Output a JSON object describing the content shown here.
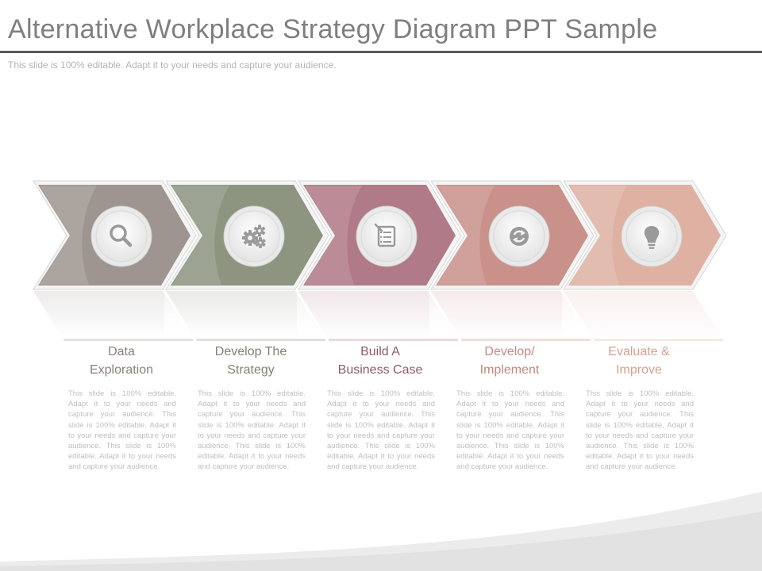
{
  "header": {
    "title": "Alternative Workplace Strategy Diagram PPT Sample",
    "subtitle": "This slide is 100% editable. Adapt it to your needs and capture your audience."
  },
  "steps": [
    {
      "title_line1": "Data",
      "title_line2": "Exploration",
      "icon": "magnifier-icon",
      "color": "#9f9590",
      "title_color": "#8a807c",
      "body": "This slide is 100% editable. Adapt it to your needs and capture your audience. This slide is 100% editable. Adapt it to your needs and capture your audience. This slide is 100% editable. Adapt it to your needs and capture your audience."
    },
    {
      "title_line1": "Develop The",
      "title_line2": "Strategy",
      "icon": "gears-icon",
      "color": "#8d9480",
      "title_color": "#7d8470",
      "body": "This slide is 100% editable. Adapt it to your needs and capture your audience. This slide is 100% editable. Adapt it to your needs and capture your audience. This slide is 100% editable. Adapt it to your needs and capture your audience."
    },
    {
      "title_line1": "Build A",
      "title_line2": "Business Case",
      "icon": "checklist-icon",
      "color": "#b07a88",
      "title_color": "#8e5a6a",
      "body": "This slide is 100% editable. Adapt it to your needs and capture your audience. This slide is 100% editable. Adapt it to your needs and capture your audience. This slide is 100% editable. Adapt it to your needs and capture your audience."
    },
    {
      "title_line1": "Develop/",
      "title_line2": "Implement",
      "icon": "refresh-icon",
      "color": "#c9918a",
      "title_color": "#c08a80",
      "body": "This slide is 100% editable. Adapt it to your needs and capture your audience. This slide is 100% editable. Adapt it to your needs and capture your audience. This slide is 100% editable. Adapt it to your needs and capture your audience."
    },
    {
      "title_line1": "Evaluate &",
      "title_line2": "Improve",
      "icon": "lightbulb-icon",
      "color": "#dfb1a3",
      "title_color": "#d4a090",
      "body": "This slide is 100% editable. Adapt it to your needs and capture your audience. This slide is 100% editable. Adapt it to your needs and capture your audience. This slide is 100% editable. Adapt it to your needs and capture your audience."
    }
  ]
}
